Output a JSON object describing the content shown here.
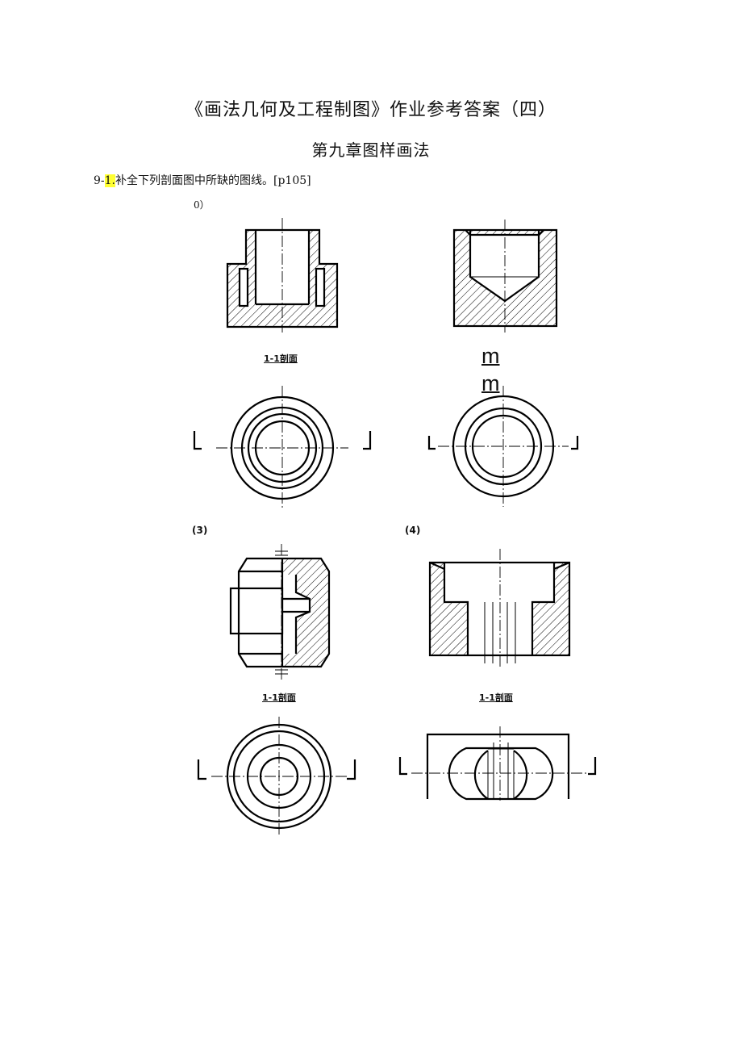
{
  "doc": {
    "title": "《画法几何及工程制图》作业参考答案（四）",
    "chapter": "第九章图样画法",
    "question_prefix": "9-",
    "question_highlight": "1.",
    "question_text": "补全下列剖面图中所缺的图线。[p105]"
  },
  "labels": {
    "p1": "0）",
    "p3": "(3)",
    "p4": "(4)",
    "section": "1-1剖面",
    "mm1": "m",
    "mm2": "m"
  },
  "colors": {
    "highlight": "#ffff33",
    "ink": "#000000"
  }
}
